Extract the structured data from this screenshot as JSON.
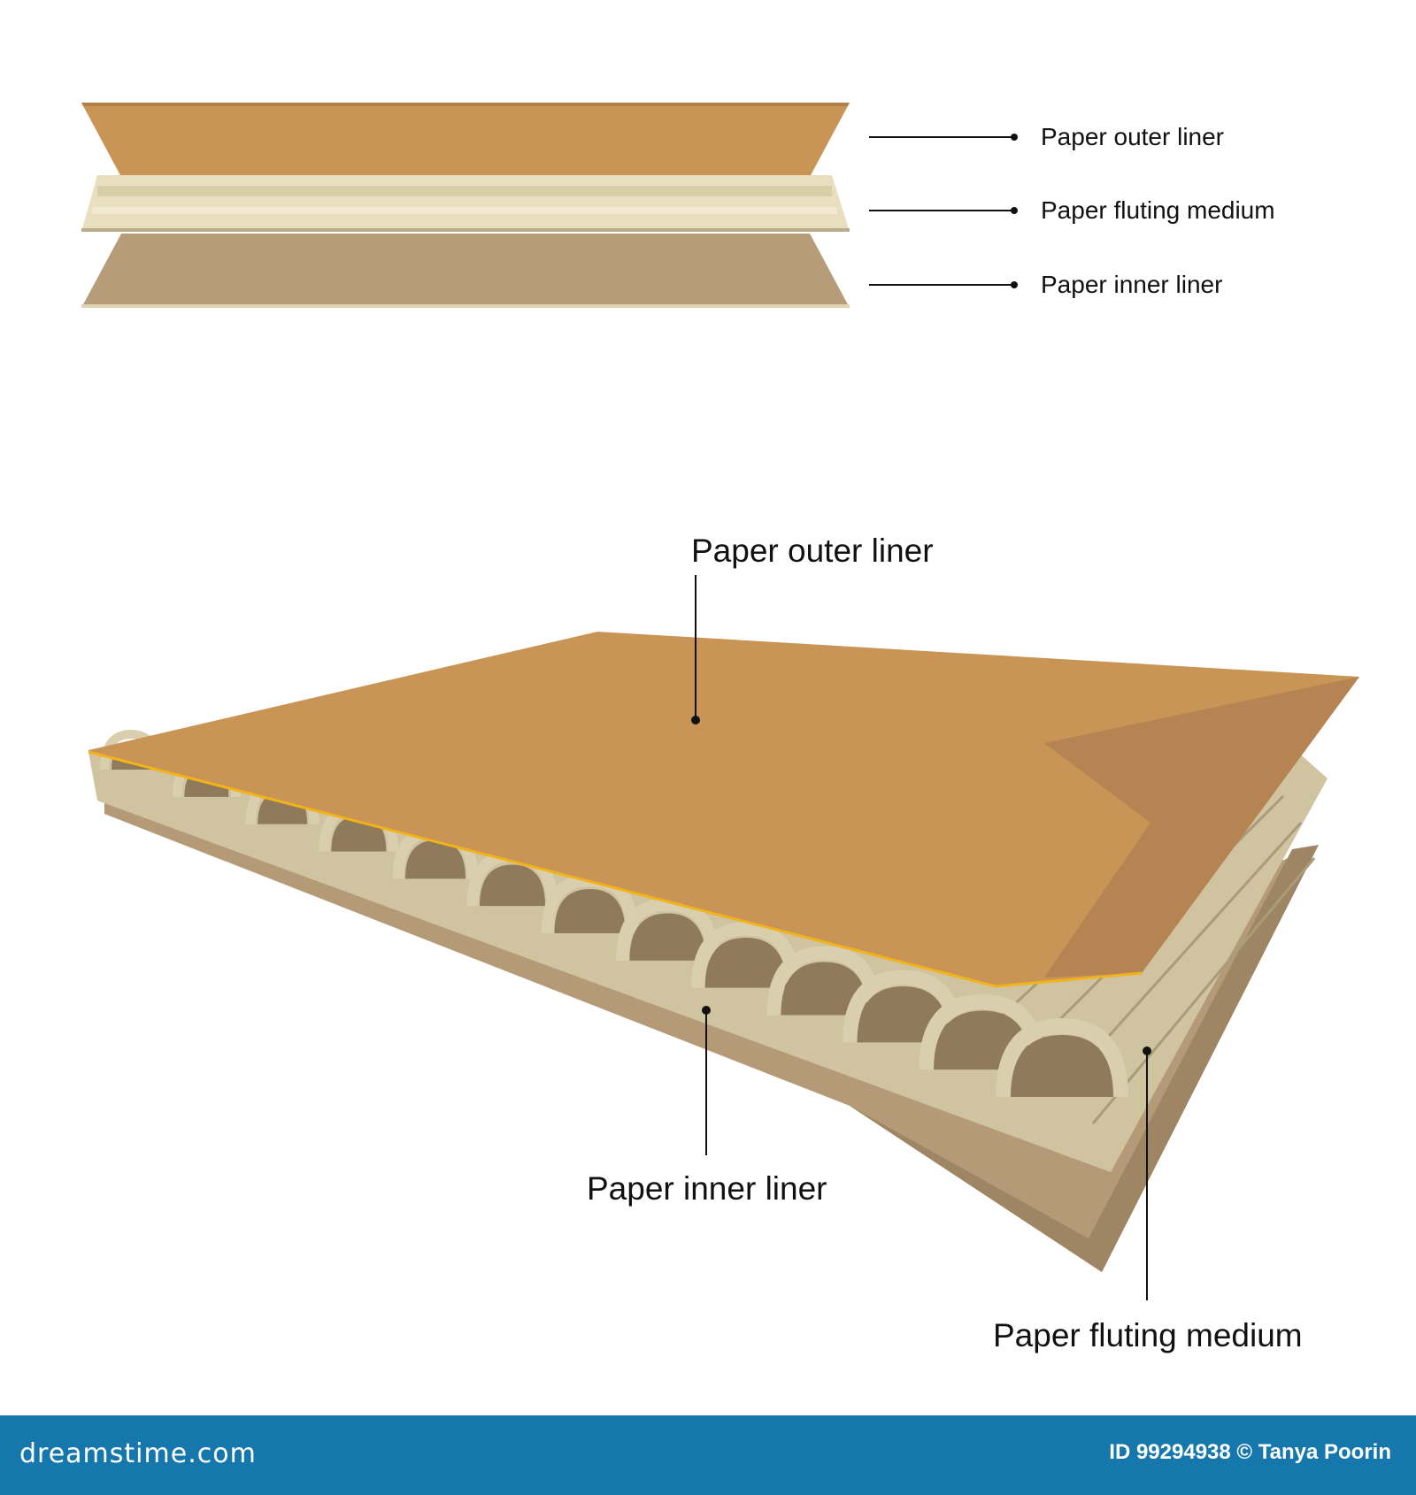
{
  "exploded_view": {
    "labels": {
      "outer": "Paper outer liner",
      "fluting": "Paper fluting medium",
      "inner": "Paper inner liner"
    }
  },
  "perspective_view": {
    "labels": {
      "outer": "Paper outer liner",
      "inner": "Paper inner liner",
      "fluting": "Paper fluting medium"
    }
  },
  "colors": {
    "outer_liner": "#c89556",
    "fluting_medium": "#ddd2b0",
    "inner_liner": "#b69c78",
    "footer": "#1677ad"
  },
  "watermark": {
    "brand": "dreamstime.com",
    "credit": "ID 99294938 © Tanya Poorin"
  }
}
